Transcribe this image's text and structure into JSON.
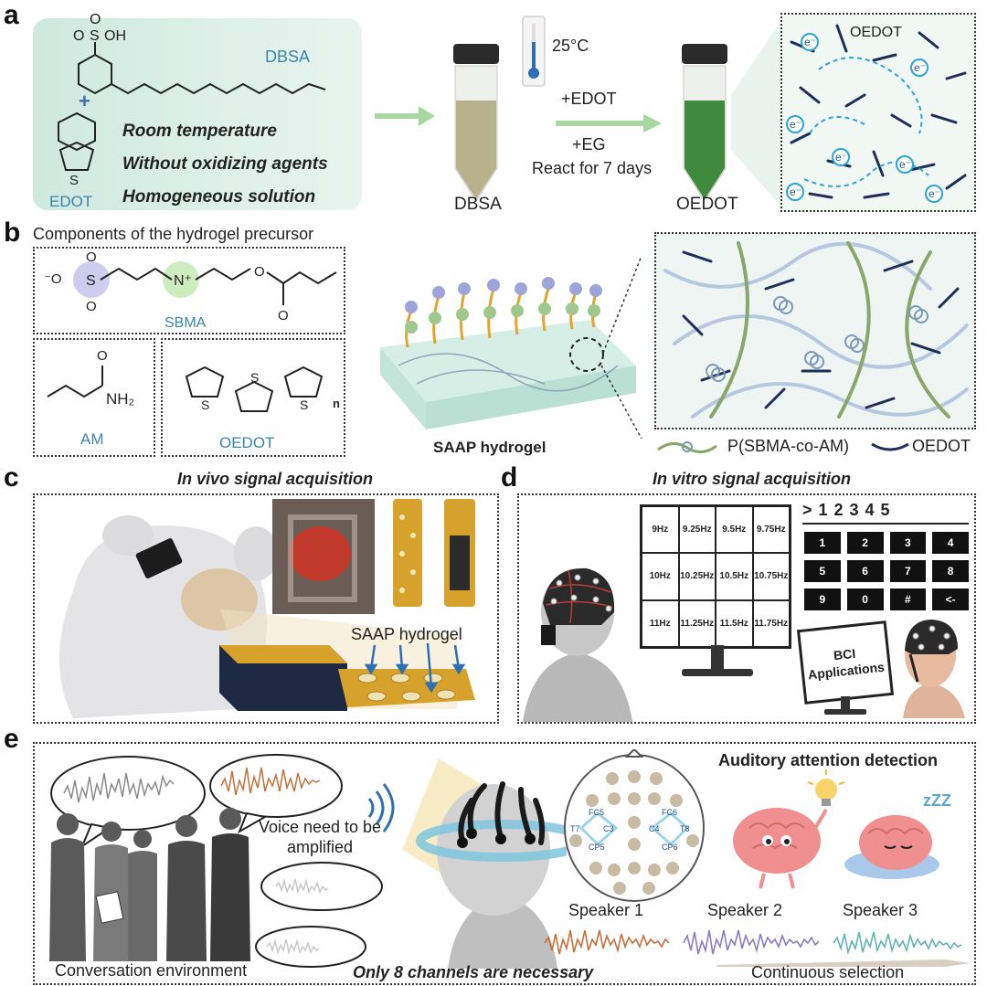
{
  "panel_a": {
    "letter": "a",
    "dbsa_label": "DBSA",
    "edot_label": "EDOT",
    "chem_so3h": "OH",
    "chem_s": "S",
    "chem_o": "O",
    "plus": "+",
    "conditions": [
      "Room temperature",
      "Without oxidizing agents",
      "Homogeneous solution"
    ],
    "temperature": "25°C",
    "reagent_1": "+EDOT",
    "reagent_2": "+EG",
    "reaction_time": "React for 7 days",
    "tube_1_label": "DBSA",
    "tube_2_label": "OEDOT",
    "inset_label": "OEDOT",
    "electron": "e⁻"
  },
  "panel_b": {
    "letter": "b",
    "title": "Components of the hydrogel precursor",
    "sbma_label": "SBMA",
    "am_label": "AM",
    "am_formula": "NH₂",
    "oedot_label": "OEDOT",
    "n_subscript": "n",
    "nplus": "N⁺",
    "ominus": "⁻O",
    "hydrogel_label": "SAAP hydrogel",
    "legend_1": "P(SBMA-co-AM)",
    "legend_2": "OEDOT"
  },
  "panel_c": {
    "letter": "c",
    "title": "In vivo signal acquisition",
    "hydrogel_label": "SAAP hydrogel"
  },
  "panel_d": {
    "letter": "d",
    "title": "In vitro signal acquisition",
    "screen_freqs": [
      "9Hz",
      "9.25Hz",
      "9.5Hz",
      "9.75Hz",
      "10Hz",
      "10.25Hz",
      "10.5Hz",
      "10.75Hz",
      "11Hz",
      "11.25Hz",
      "11.5Hz",
      "11.75Hz"
    ],
    "keypad_display": "> 1 2 3 4 5",
    "keypad_keys": [
      "1",
      "2",
      "3",
      "4",
      "5",
      "6",
      "7",
      "8",
      "9",
      "0",
      "#",
      "<-"
    ],
    "bci_label": "BCI Applications"
  },
  "panel_e": {
    "letter": "e",
    "title": "Auditory attention detection",
    "voice_note": "Voice need to be amplified",
    "environment": "Conversation environment",
    "channels_note": "Only 8 channels are necessary",
    "electrodes": [
      "FC5",
      "FC6",
      "T7",
      "C3",
      "C4",
      "T8",
      "CP5",
      "CP6"
    ],
    "speakers": [
      "Speaker 1",
      "Speaker 2",
      "Speaker 3"
    ],
    "selection": "Continuous selection",
    "zzz": "zZZ"
  },
  "colors": {
    "green_wash": "#cde9e0",
    "oedot_green": "#2e7d32",
    "electron_blue": "#2ea3d6",
    "speaker_1": "#c2703a",
    "speaker_2": "#8a7cc0",
    "speaker_3": "#5fb3b0",
    "gel_yellow": "#e2a52b"
  }
}
